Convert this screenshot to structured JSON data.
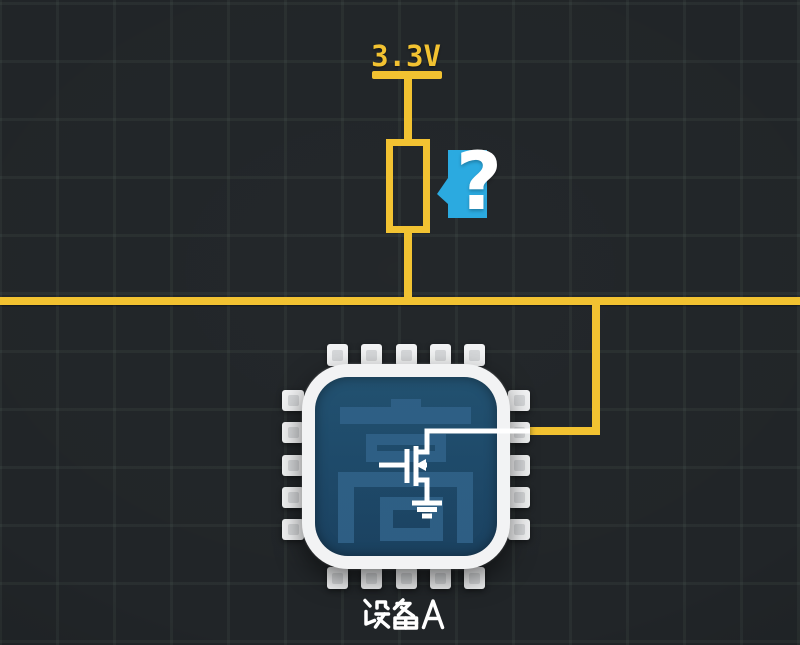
{
  "colors": {
    "background": "#212528",
    "grid_line": "#2d3334",
    "wire_yellow": "#f2c230",
    "bubble_blue": "#29a9e0",
    "chip_body_white": "#f2f3f4",
    "pin_pad_gray": "#d6d8da",
    "die_blue": "#1d4868",
    "die_watermark_blue": "#2d5e84",
    "circuit_white": "#ffffff",
    "label_white": "#ffffff"
  },
  "power_rail": {
    "voltage_label": "3.3V"
  },
  "question_bubble": {
    "glyph": "?"
  },
  "chip": {
    "label": "设备A",
    "die_watermark": "高",
    "pins_per_side": 5,
    "internal_symbol": "open-drain NMOS transistor to ground"
  }
}
